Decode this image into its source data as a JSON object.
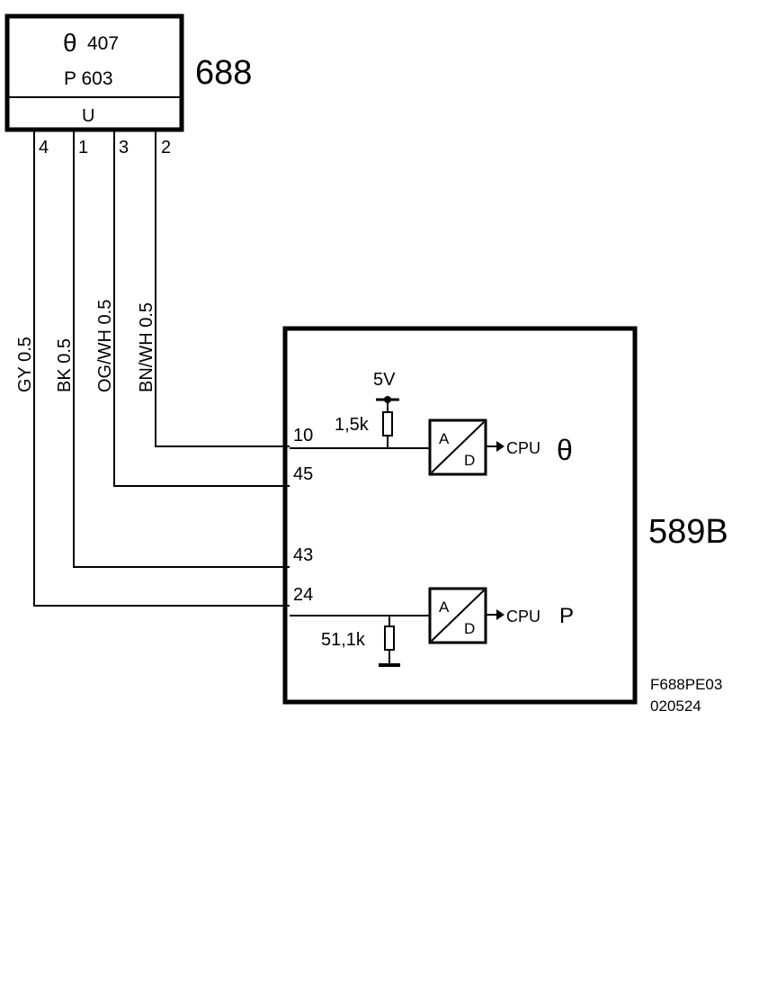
{
  "sensor": {
    "ref": "688",
    "theta_symbol": "θ",
    "theta_code": "407",
    "p_label": "P 603",
    "u_label": "U",
    "pins": [
      "4",
      "1",
      "3",
      "2"
    ]
  },
  "wires": [
    {
      "label": "GY 0.5"
    },
    {
      "label": "BK 0.5"
    },
    {
      "label": "OG/WH 0.5"
    },
    {
      "label": "BN/WH 0.5"
    }
  ],
  "ecu": {
    "ref": "589B",
    "pins": [
      "10",
      "45",
      "43",
      "24"
    ],
    "supply": "5V",
    "pullup": "1,5k",
    "pulldown": "51,1k",
    "adc_a": "A",
    "adc_d": "D",
    "cpu_label": "CPU",
    "cpu_theta": "θ",
    "cpu_p": "P"
  },
  "footer": {
    "code": "F688PE03",
    "date": "020524"
  }
}
